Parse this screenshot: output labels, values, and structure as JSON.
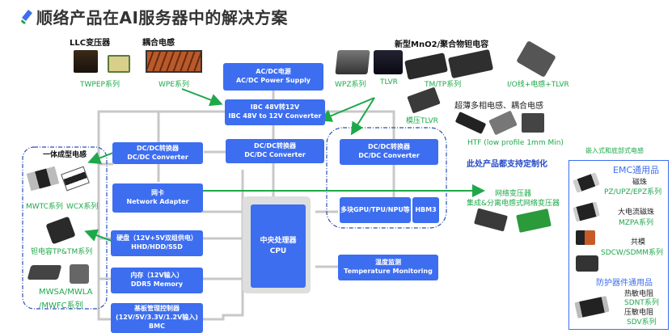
{
  "title": "顺络产品在AI服务器中的解决方案",
  "blocks": {
    "acdc": {
      "line1": "AC/DC电源",
      "line2": "AC/DC Power Supply"
    },
    "ibc": {
      "line1": "IBC 48V转12V",
      "line2": "IBC 48V to 12V Converter"
    },
    "dcdc_left": {
      "line1": "DC/DC转换器",
      "line2": "DC/DC Converter"
    },
    "dcdc_mid": {
      "line1": "DC/DC转换器",
      "line2": "DC/DC Converter"
    },
    "dcdc_right": {
      "line1": "DC/DC转换器",
      "line2": "DC/DC Converter"
    },
    "network": {
      "line1": "网卡",
      "line2": "Network Adapter"
    },
    "disk": {
      "line1": "硬盘（12V+5V双组供电）",
      "line2": "HHD/HDD/SSD"
    },
    "memory": {
      "line1": "内存（12V输入）",
      "line2": "DDR5 Memory"
    },
    "bmc": {
      "line1": "基板管理控制器",
      "line2": "(12V/5V/3.3V/1.2V输入)",
      "line3": "BMC"
    },
    "cpu": {
      "line1": "中央处理器",
      "line2": "CPU"
    },
    "gpu": {
      "label": "多块GPU/TPU/NPU等"
    },
    "hbm": {
      "label": "HBM3"
    },
    "temp": {
      "line1": "温度监测",
      "line2": "Temperature Monitoring"
    }
  },
  "top_products": {
    "llc_heading": "LLC变压器",
    "coupled_heading": "耦合电感",
    "twpep": "TWPEP系列",
    "wpe": "WPE系列",
    "capacitor_heading": "新型MnO2/聚合物钽电容",
    "wpz": "WPZ系列",
    "tlvr": "TLVR",
    "tmtp": "TM/TP系列",
    "io": "I/O线+电感+TLVR",
    "molded_tlvr": "模压TLVR",
    "ultrathin_heading": "超薄多相电感、耦合电感",
    "htf": "HTF  (low profile 1mm Min)",
    "custom_note": "此处产品都支持定制化"
  },
  "left_panel": {
    "heading": "一体成型电感",
    "mwtc": "MWTC系列",
    "wcx": "WCX系列",
    "tantalum": "钽电容TP&TM系列",
    "mwsa_line1": "MWSA/MWLA",
    "mwsa_line2": "/MWFC系列"
  },
  "network_transformer": {
    "line1": "网络变压器",
    "line2": "集成&分离电感式网络变压器"
  },
  "right_panel": {
    "heading": "嵌入式和底部式电感",
    "emc_heading": "EMC通用品",
    "bead_label": "磁珠",
    "bead_series": "PZ/UPZ/EPZ系列",
    "hc_bead_label": "大电流磁珠",
    "hc_bead_series": "MZPA系列",
    "cm_label": "共模",
    "cm_series": "SDCW/SDMM系列",
    "protection_heading": "防护器件通用品",
    "thermistor_label": "热敏电阻",
    "thermistor_series": "SDNT系列",
    "varistor_label": "压敏电阻",
    "varistor_series": "SDV系列"
  },
  "colors": {
    "block_blue": "#3d6ef0",
    "arrow_green": "#1ea84a",
    "label_green": "#1ea84a",
    "connector_gray": "#c8c8c8",
    "dash_blue": "#2a4fb5"
  }
}
